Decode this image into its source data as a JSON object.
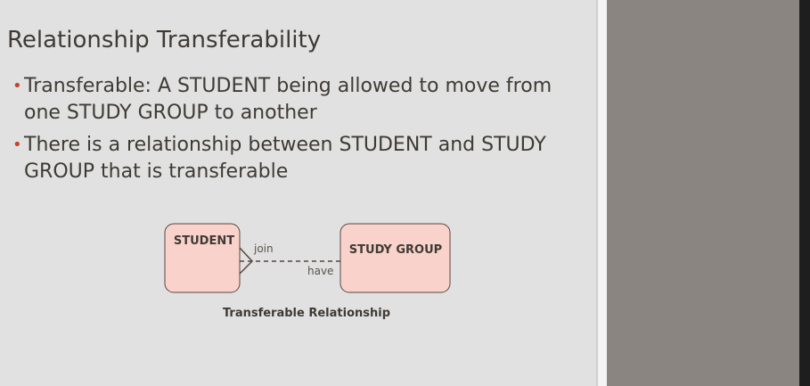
{
  "slide": {
    "title": "Relationship Transferability",
    "bullets": [
      "Transferable: A STUDENT being allowed to move from one STUDY GROUP to another",
      "There is a relationship between STUDENT and STUDY GROUP that is transferable"
    ],
    "bullet_marker": "•"
  },
  "diagram": {
    "entities": [
      "STUDENT",
      "STUDY GROUP"
    ],
    "relationship_labels": {
      "top": "join",
      "bottom": "have"
    },
    "caption": "Transferable Relationship"
  },
  "colors": {
    "slide_background": "#e0e1e0",
    "side_panel": "#8a8580",
    "entity_fill": "#f9d3cb",
    "entity_stroke": "#5a4640",
    "text": "#3f3a35",
    "bullet_accent": "#c8412e"
  }
}
